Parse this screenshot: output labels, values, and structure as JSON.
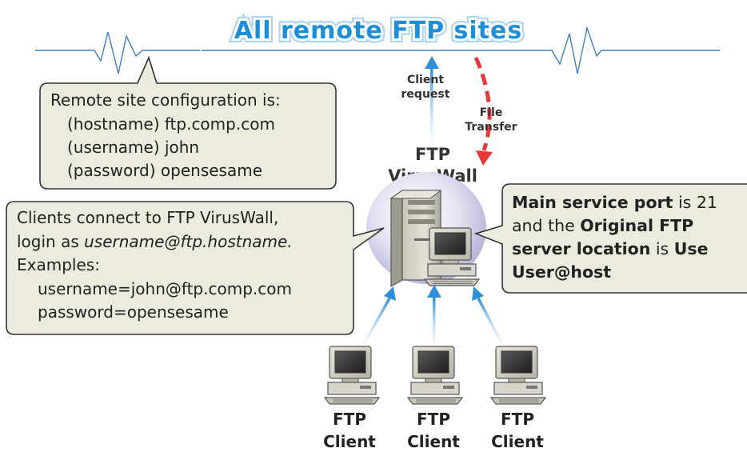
{
  "banner": {
    "title": "All remote FTP sites"
  },
  "arrows": {
    "client_request": [
      "Client",
      "request"
    ],
    "file_transfer": [
      "File",
      "Transfer"
    ]
  },
  "server": {
    "label_line1": "FTP",
    "label_line2": "VirusWall"
  },
  "callout_remote": {
    "lines": [
      "Remote site configuration is:",
      "(hostname) ftp.comp.com",
      "(username) john",
      "(password) opensesame"
    ]
  },
  "callout_clients": {
    "line1": "Clients connect to FTP VirusWall,",
    "line2_prefix": "login as ",
    "line2_italic": "username@ftp.hostname.",
    "line3": "Examples:",
    "line4": "username=john@ftp.comp.com",
    "line5": "password=opensesame"
  },
  "callout_port": {
    "l1_bold": "Main service port",
    "l1_rest": " is 21",
    "l2_pre": "and the ",
    "l2_bold": "Original FTP",
    "l3_bold": "server location",
    "l3_mid": " is ",
    "l3_bold2": "Use",
    "l4_bold": "User@host"
  },
  "clients": [
    {
      "line1": "FTP",
      "line2": "Client"
    },
    {
      "line1": "FTP",
      "line2": "Client"
    },
    {
      "line1": "FTP",
      "line2": "Client"
    }
  ],
  "colors": {
    "callout_fill": "#ebebdf",
    "callout_stroke": "#333333",
    "arrow_blue": "#2f8fd8",
    "arrow_red": "#e8373a",
    "banner_blue": "#1d8fd9",
    "wave_line": "#3f7fc4"
  }
}
